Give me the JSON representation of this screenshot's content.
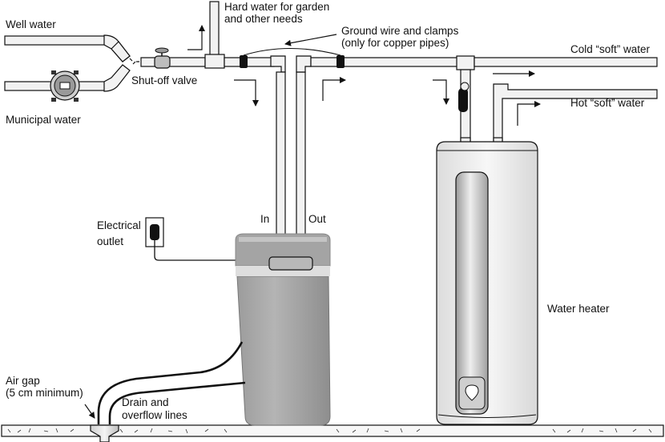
{
  "title": "Water softener installation diagram",
  "labels": {
    "well_water": "Well water",
    "municipal_water": "Municipal water",
    "shutoff_valve": "Shut-off valve",
    "hard_water_line1": "Hard water for garden",
    "hard_water_line2": "and other needs",
    "ground_wire_line1": "Ground wire and clamps",
    "ground_wire_line2": "(only for copper pipes)",
    "cold_soft_water": "Cold “soft” water",
    "hot_soft_water": "Hot “soft” water",
    "electrical_outlet_line1": "Electrical",
    "electrical_outlet_line2": "outlet",
    "in": "In",
    "out": "Out",
    "water_heater": "Water heater",
    "air_gap_line1": "Air gap",
    "air_gap_line2": "(5 cm minimum)",
    "drain_line1": "Drain and",
    "drain_line2": "overflow lines"
  },
  "colors": {
    "pipe_fill": "#f2f2f2",
    "stroke": "#111111",
    "softener_body": "#a8a8a8",
    "heater_body": "#ececec",
    "floor": "#f5f5f5"
  }
}
